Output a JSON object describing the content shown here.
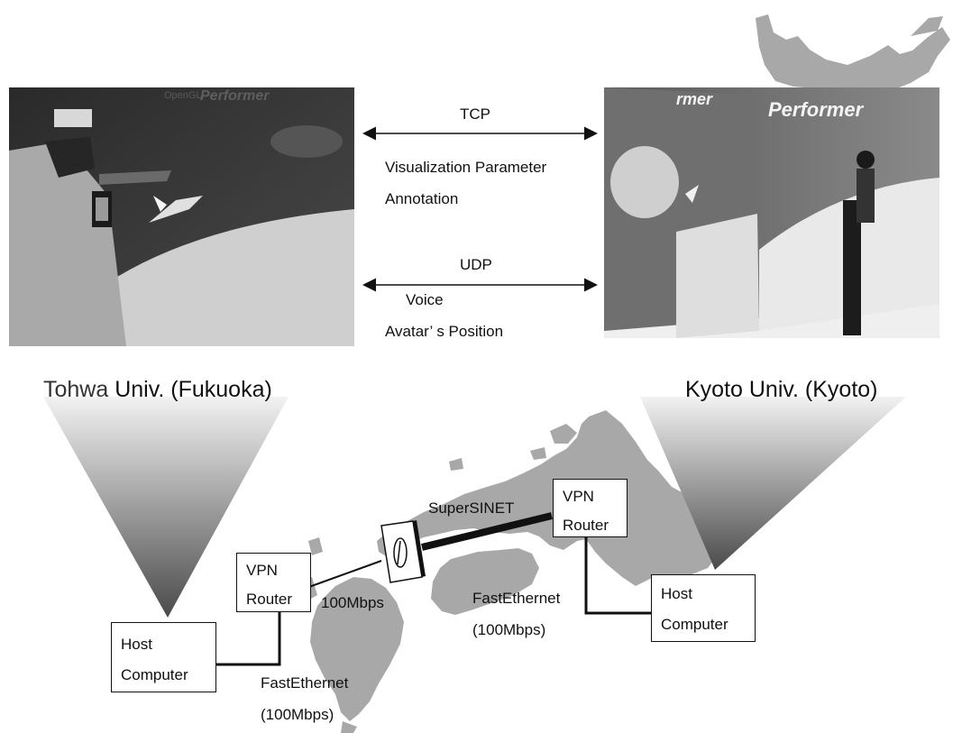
{
  "top": {
    "tcp": {
      "label": "TCP",
      "items": [
        "Visualization Parameter",
        "Annotation"
      ]
    },
    "udp": {
      "label": "UDP",
      "items": [
        "Voice",
        "Avatar’ s Position"
      ]
    }
  },
  "sites": {
    "left": {
      "name_part1": "Tohwa",
      "name_part2": "Univ. (Fukuoka)"
    },
    "right": {
      "name": "Kyoto Univ. (Kyoto)"
    }
  },
  "photos": {
    "left": {
      "overlay_small": "OpenGL",
      "overlay_large": "Performer"
    },
    "right": {
      "overlay_left": "rmer",
      "overlay_right": "Performer"
    }
  },
  "network": {
    "left_host": {
      "line1": "Host",
      "line2": "Computer"
    },
    "left_router": {
      "line1": "VPN",
      "line2": "Router"
    },
    "right_router": {
      "line1": "VPN",
      "line2": "Router"
    },
    "right_host": {
      "line1": "Host",
      "line2": "Computer"
    },
    "backbone_label": "SuperSINET",
    "uplink_label": "100Mbps",
    "left_link": {
      "line1": "FastEthernet",
      "line2": "(100Mbps)"
    },
    "right_link": {
      "line1": "FastEthernet",
      "line2": "(100Mbps)"
    }
  },
  "colors": {
    "map_fill": "#a8a8a8",
    "line": "#111111",
    "photo_dark": "#3c3c3c",
    "photo_light": "#e6e6e6"
  }
}
